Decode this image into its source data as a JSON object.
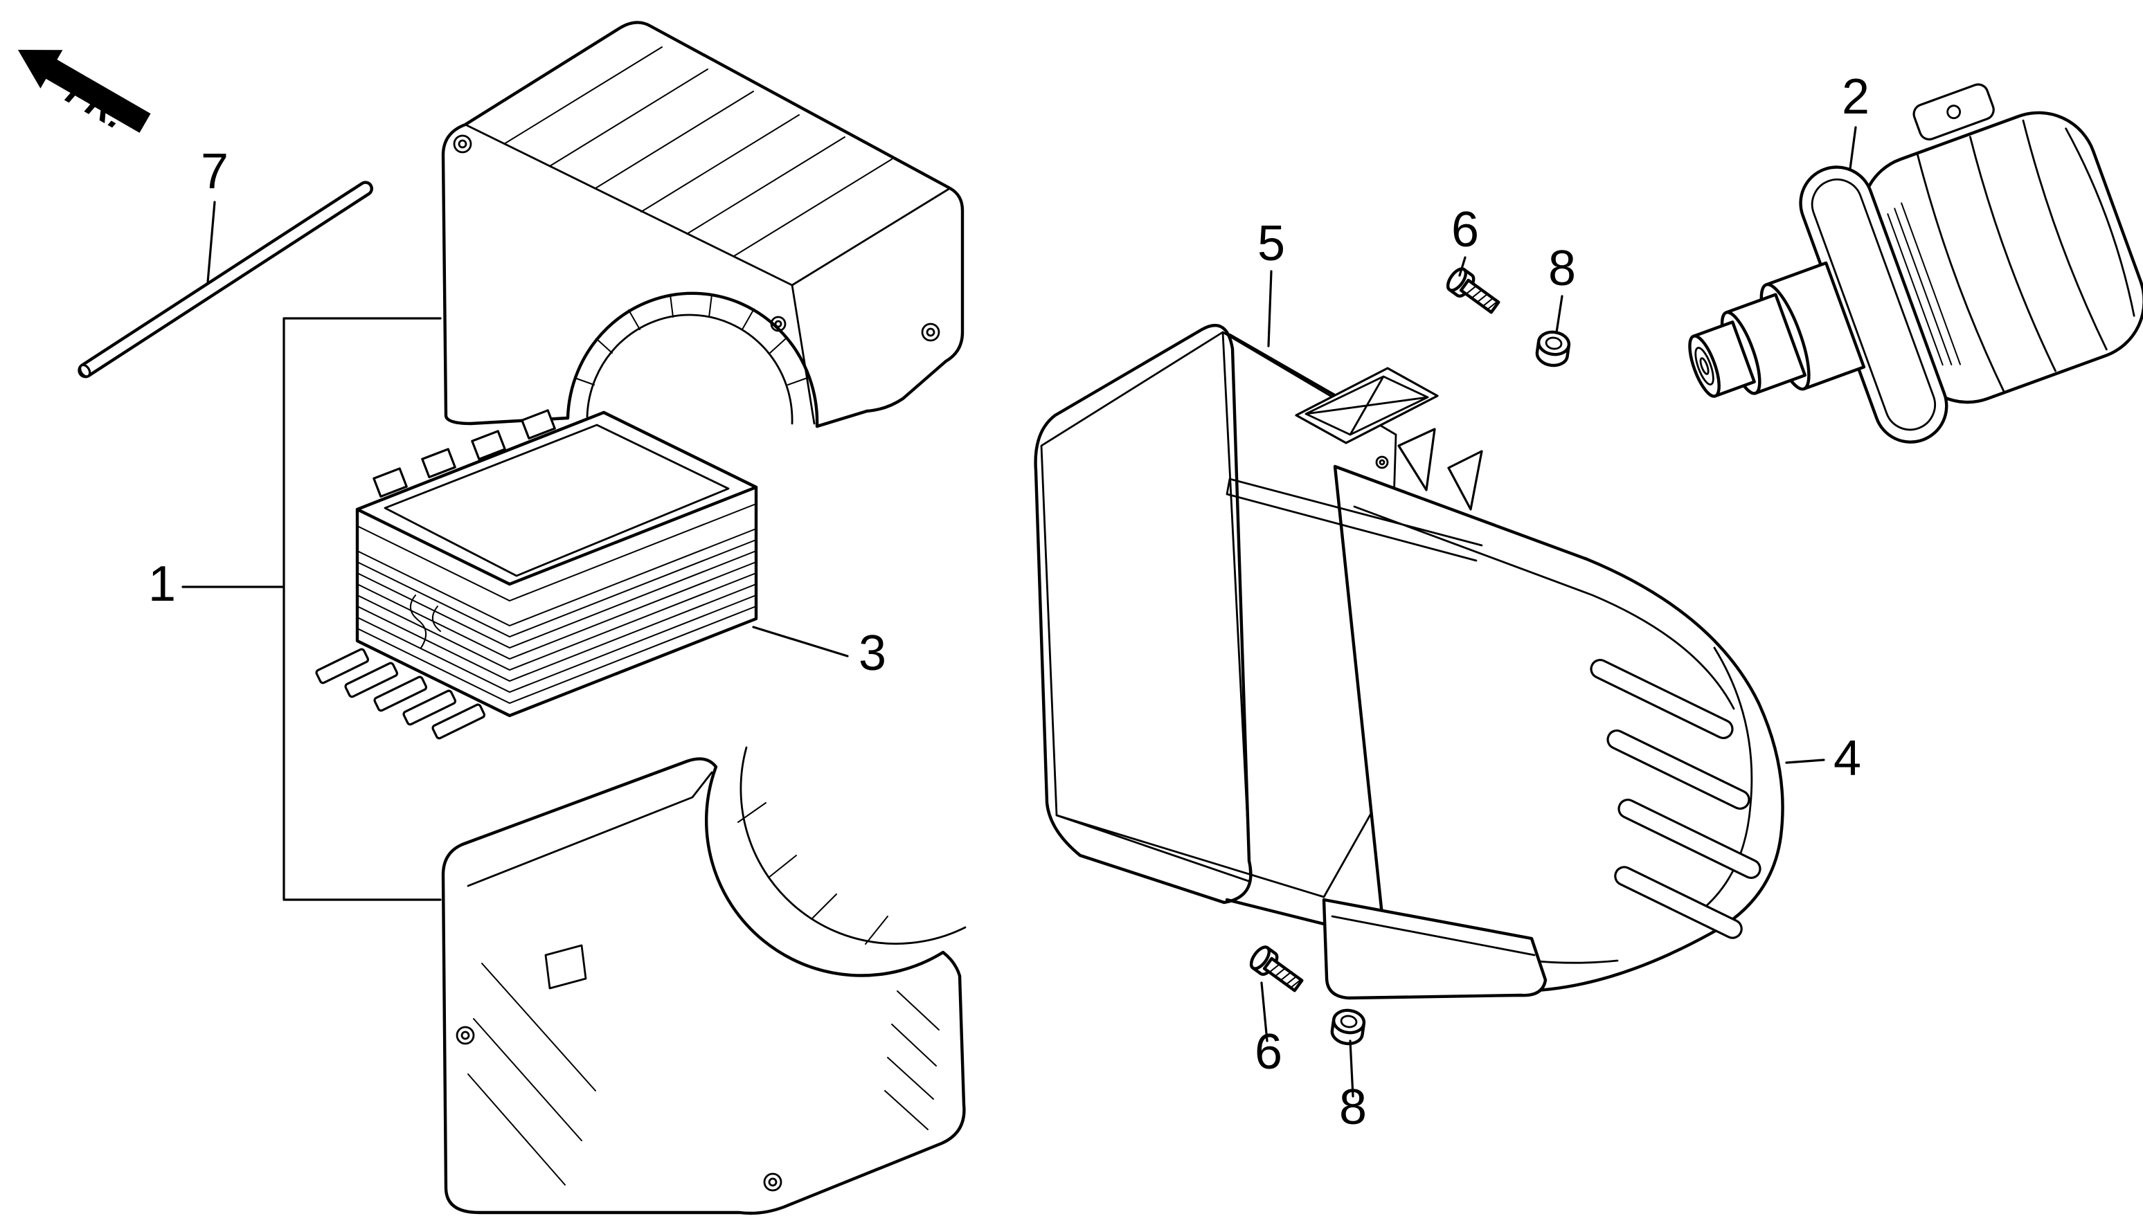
{
  "diagram": {
    "direction_label": "FR.",
    "callouts": {
      "part1": "1",
      "part2": "2",
      "part3": "3",
      "part4": "4",
      "part5": "5",
      "part6_upper": "6",
      "part6_lower": "6",
      "part7": "7",
      "part8_upper": "8",
      "part8_lower": "8"
    },
    "colors": {
      "ink": "#000000",
      "background": "#ffffff"
    }
  }
}
